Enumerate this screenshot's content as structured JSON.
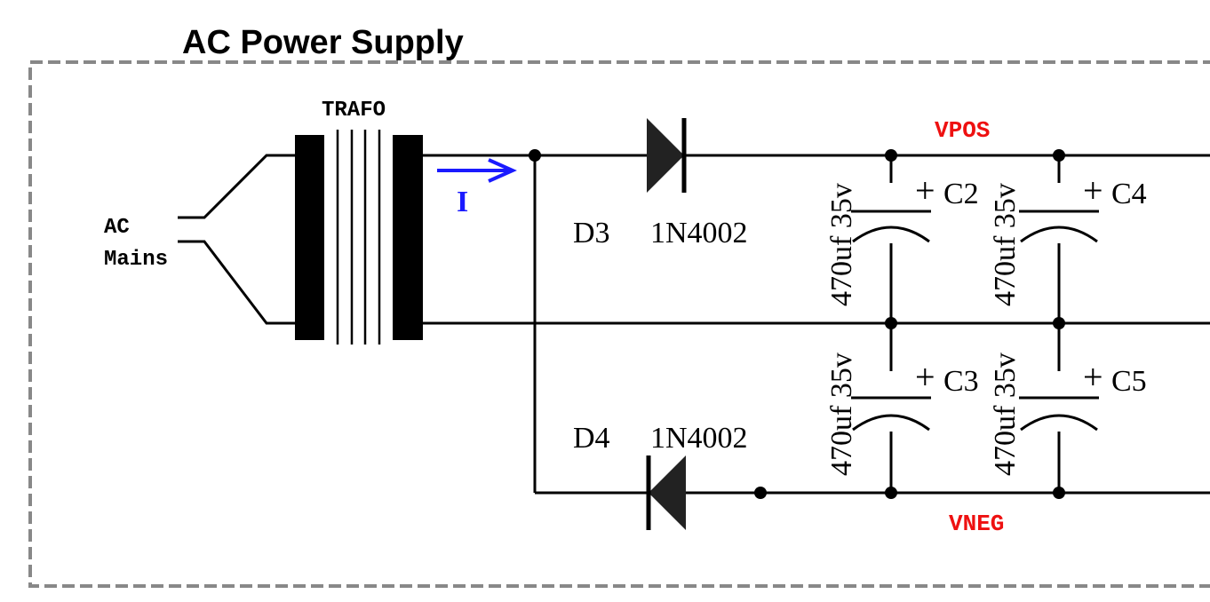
{
  "title": "AC Power Supply",
  "transformer": {
    "label": "TRAFO"
  },
  "input": {
    "line1": "AC",
    "line2": "Mains"
  },
  "current": {
    "label": "I",
    "color": "#1a1aff"
  },
  "diodes": [
    {
      "ref": "D3",
      "part": "1N4002"
    },
    {
      "ref": "D4",
      "part": "1N4002"
    }
  ],
  "capacitors": [
    {
      "ref": "C2",
      "value": "470uf 35v",
      "polarity": "+"
    },
    {
      "ref": "C4",
      "value": "470uf 35v",
      "polarity": "+"
    },
    {
      "ref": "C3",
      "value": "470uf 35v",
      "polarity": "+"
    },
    {
      "ref": "C5",
      "value": "470uf 35v",
      "polarity": "+"
    }
  ],
  "nets": {
    "positive": "VPOS",
    "negative": "VNEG",
    "color": "#ee1111"
  },
  "colors": {
    "border": "#888888",
    "wire": "#000000"
  }
}
